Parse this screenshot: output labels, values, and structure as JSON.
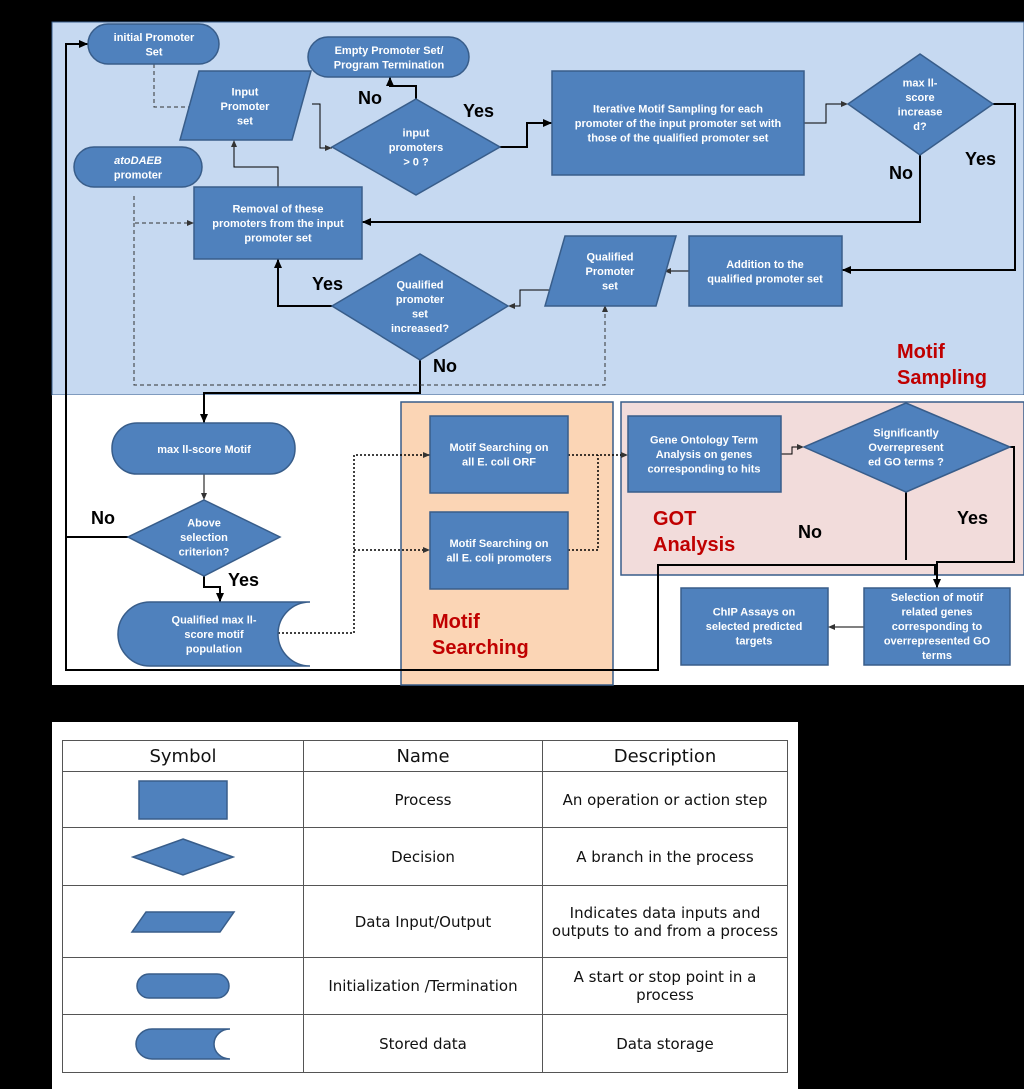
{
  "nodes": {
    "initial_promoter_set": [
      "initial Promoter",
      "Set"
    ],
    "empty_promoter_set": [
      "Empty Promoter Set/",
      "Program Termination"
    ],
    "input_promoter_set": [
      "Input",
      "Promoter",
      "set"
    ],
    "input_promoters_decision": [
      "input",
      "promoters",
      "> 0 ?"
    ],
    "iterative_sampling": [
      "Iterative Motif Sampling for each",
      "promoter of the input promoter set with",
      "those of the qualified promoter set"
    ],
    "max_ll_increase": [
      "max ll-",
      "score",
      "increase",
      "d?"
    ],
    "atodaeb_promoter": [
      "atoDAEB",
      "promoter"
    ],
    "removal": [
      "Removal of these",
      "promoters  from the input",
      "promoter set"
    ],
    "qualified_promoter_set": [
      "Qualified",
      "Promoter",
      "set"
    ],
    "addition": [
      "Addition to the",
      "qualified promoter set"
    ],
    "qualified_increased": [
      "Qualified",
      "promoter",
      "set",
      "increased?"
    ],
    "max_ll_motif": [
      "max ll-score Motif"
    ],
    "above_criterion": [
      "Above",
      "selection",
      "criterion?"
    ],
    "qualified_population": [
      "Qualified max ll-",
      "score motif",
      "population"
    ],
    "search_orf": [
      "Motif Searching on",
      "all E. coli ORF"
    ],
    "search_promoters": [
      "Motif Searching on",
      "all E. coli promoters"
    ],
    "go_term_analysis": [
      "Gene Ontology  Term",
      "Analysis on genes",
      "corresponding to hits"
    ],
    "overrepresented_decision": [
      "Significantly",
      "Overrepresent",
      "ed GO terms ?"
    ],
    "chip_assays": [
      "ChIP Assays on",
      "selected predicted",
      "targets"
    ],
    "selection_genes": [
      "Selection of  motif",
      "related genes",
      "corresponding to",
      "overrepresented GO",
      "terms"
    ]
  },
  "labels": {
    "no_empty": "No",
    "yes_input": "Yes",
    "no_max": "No",
    "yes_max": "Yes",
    "yes_qualified": "Yes",
    "no_qualified": "No",
    "no_above": "No",
    "yes_above": "Yes",
    "no_got": "No",
    "yes_got": "Yes"
  },
  "regions": {
    "motif_sampling": [
      "Motif",
      "Sampling"
    ],
    "motif_searching": [
      "Motif",
      "Searching"
    ],
    "got_analysis": [
      "GOT",
      "Analysis"
    ]
  },
  "legend": {
    "headers": [
      "Symbol",
      "Name",
      "Description"
    ],
    "rows": [
      {
        "symbol": "process-shape",
        "name": "Process",
        "description": "An operation or action step"
      },
      {
        "symbol": "decision-shape",
        "name": "Decision",
        "description": "A branch in the process"
      },
      {
        "symbol": "data-io-shape",
        "name": "Data Input/Output",
        "description": "Indicates data inputs and outputs to and from a process"
      },
      {
        "symbol": "terminator-shape",
        "name": "Initialization /Termination",
        "description": "A start or stop point in a process"
      },
      {
        "symbol": "stored-data-shape",
        "name": "Stored data",
        "description": "Data storage"
      }
    ]
  },
  "colors": {
    "shape_fill": "#4f81bd",
    "shape_stroke": "#385d8a",
    "sampling_bg": "#c6d9f1",
    "searching_bg": "#fbd5b5",
    "got_bg": "#f2dcdb",
    "region_text": "#c00000"
  }
}
